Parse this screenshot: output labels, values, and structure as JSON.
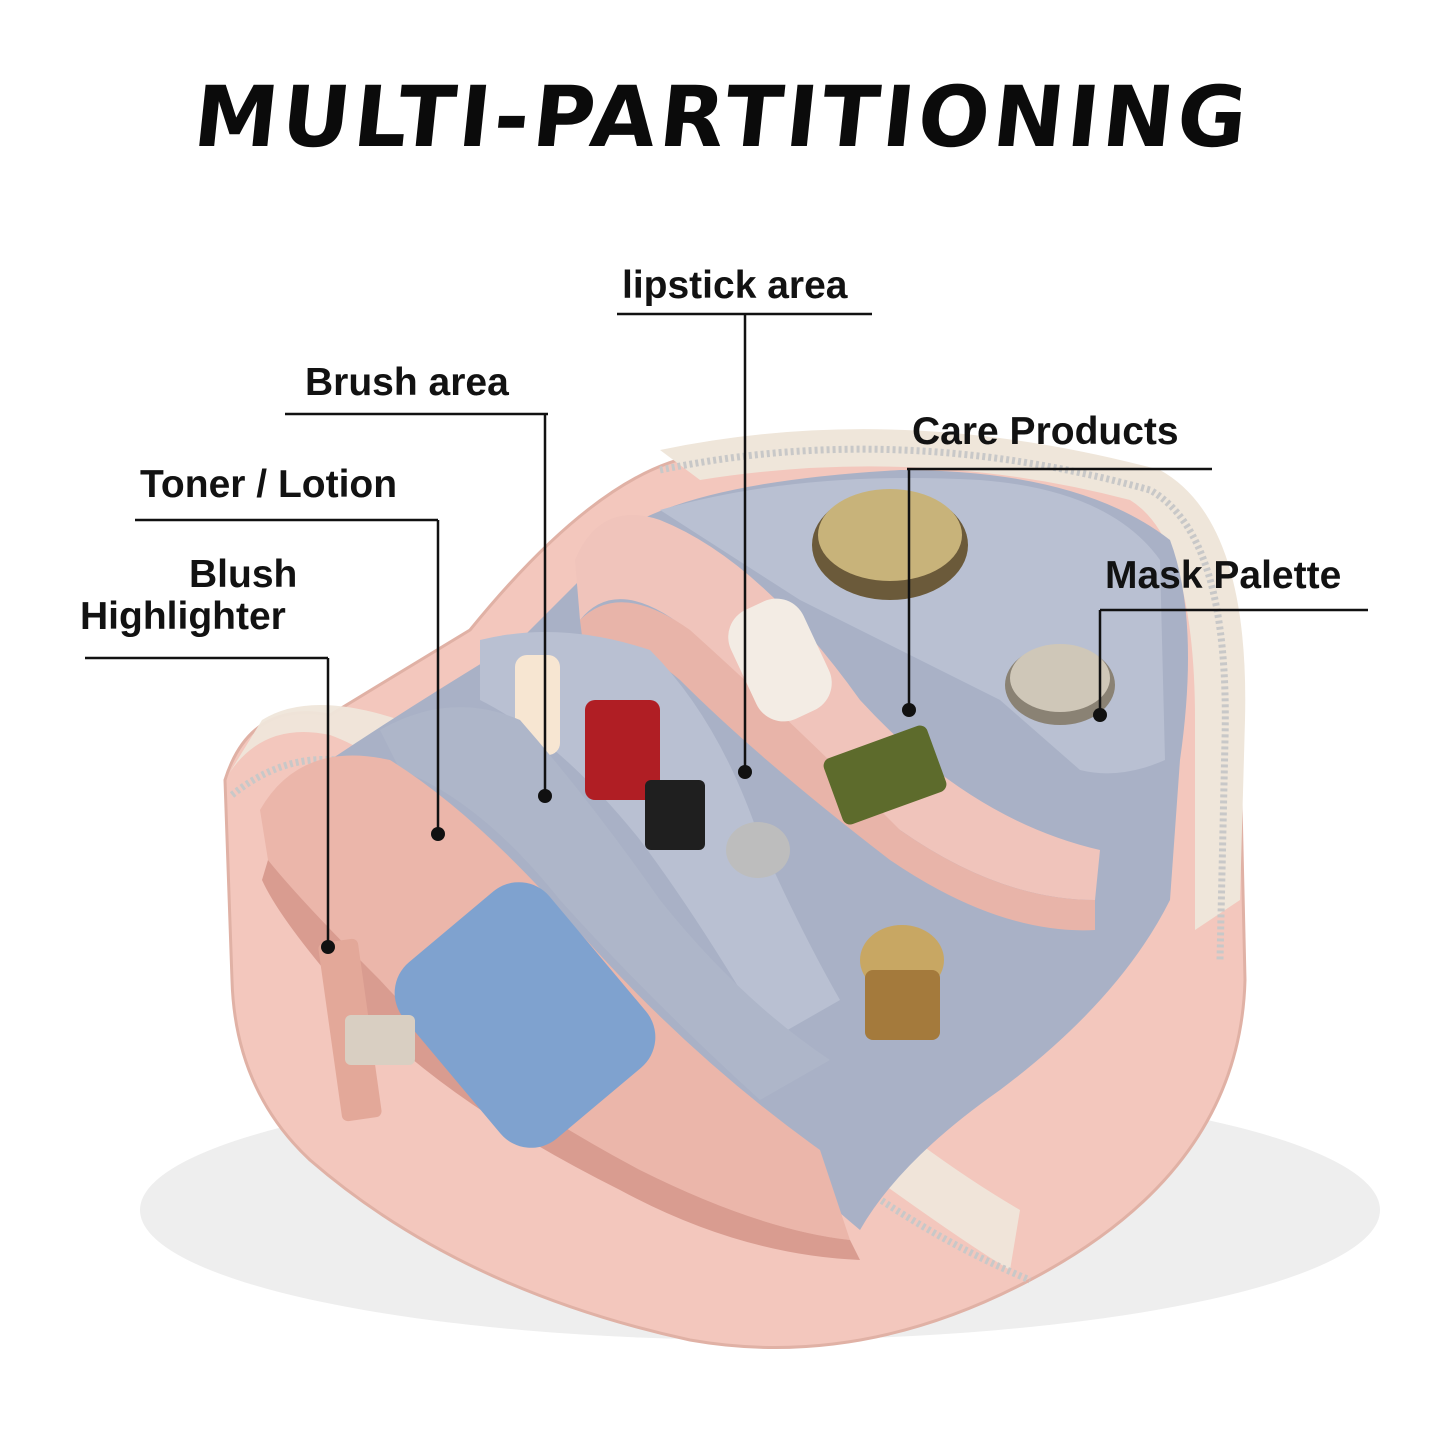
{
  "title": "MULTI-PARTITIONING",
  "callouts": {
    "lipstick": "lipstick area",
    "brush": "Brush area",
    "care": "Care Products",
    "toner": "Toner / Lotion",
    "blush": "Blush",
    "highlighter": "Highlighter",
    "mask": "Mask Palette"
  },
  "colors": {
    "bag_pink": "#f3c7bd",
    "bag_cream": "#efe6da",
    "lining_blue": "#a9b1c6",
    "leader_line": "#111111"
  }
}
